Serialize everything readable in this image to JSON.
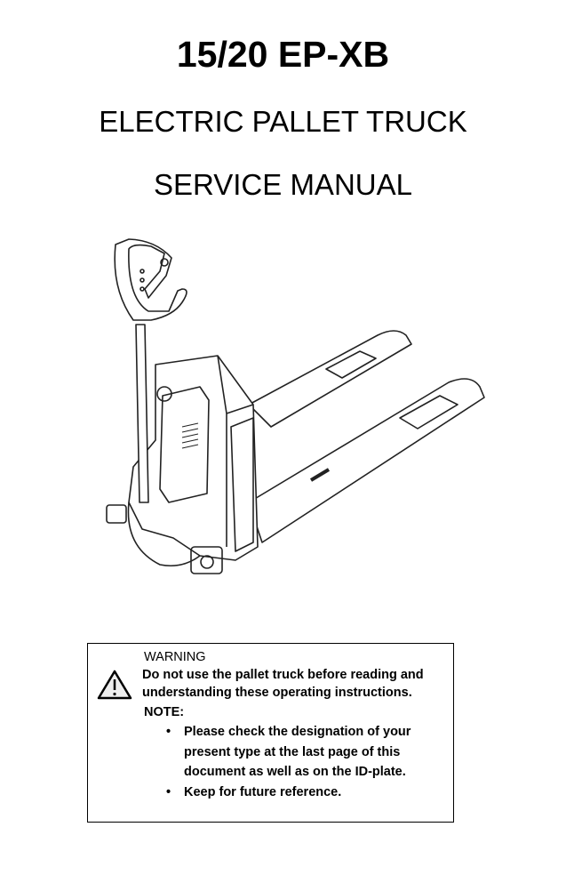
{
  "header": {
    "model": "15/20 EP-XB",
    "product": "ELECTRIC PALLET TRUCK",
    "doc_type": "SERVICE MANUAL"
  },
  "illustration": {
    "icon": "electric-pallet-truck-drawing"
  },
  "notice": {
    "icon": "warning-triangle-icon",
    "warning_title": "WARNING",
    "warning_lines": [
      "Do not use the pallet truck before reading and",
      "understanding these operating instructions."
    ],
    "note_title": "NOTE:",
    "note_items": [
      [
        "Please check the designation of your",
        "present type at the last page of this",
        "document as well as on the ID-plate."
      ],
      [
        "Keep for future reference."
      ]
    ]
  }
}
